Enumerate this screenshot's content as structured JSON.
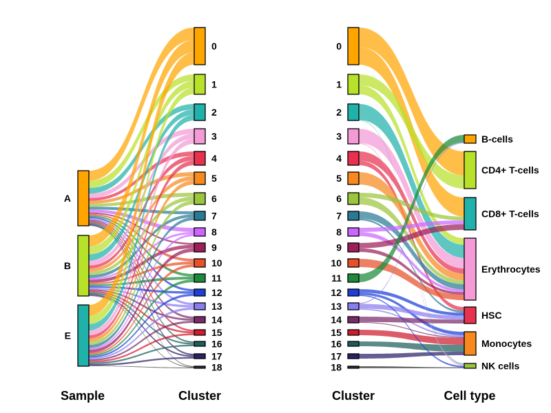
{
  "left_panel": {
    "axis_labels": [
      "Sample",
      "Cluster"
    ],
    "samples": [
      {
        "name": "A",
        "color": "#FFA500"
      },
      {
        "name": "B",
        "color": "#B8E12A"
      },
      {
        "name": "E",
        "color": "#20B2AA"
      }
    ]
  },
  "right_panel": {
    "axis_labels": [
      "Cluster",
      "Cell type"
    ],
    "cell_types": [
      {
        "name": "B-cells",
        "color": "#FFA500"
      },
      {
        "name": "CD4+ T-cells",
        "color": "#B8E12A"
      },
      {
        "name": "CD8+ T-cells",
        "color": "#20B2AA"
      },
      {
        "name": "Erythrocytes",
        "color": "#F49AD6"
      },
      {
        "name": "HSC",
        "color": "#E8304F"
      },
      {
        "name": "Monocytes",
        "color": "#F7891E"
      },
      {
        "name": "NK cells",
        "color": "#9BC53D"
      }
    ]
  },
  "clusters": [
    {
      "name": "0",
      "color": "#FFA500"
    },
    {
      "name": "1",
      "color": "#B8E12A"
    },
    {
      "name": "2",
      "color": "#20B2AA"
    },
    {
      "name": "3",
      "color": "#F49AD6"
    },
    {
      "name": "4",
      "color": "#E8304F"
    },
    {
      "name": "5",
      "color": "#F7891E"
    },
    {
      "name": "6",
      "color": "#9BC53D"
    },
    {
      "name": "7",
      "color": "#2A7A96"
    },
    {
      "name": "8",
      "color": "#CC66FF"
    },
    {
      "name": "9",
      "color": "#9C1F5A"
    },
    {
      "name": "10",
      "color": "#E8502A"
    },
    {
      "name": "11",
      "color": "#1C8A3A"
    },
    {
      "name": "12",
      "color": "#1B3FD8"
    },
    {
      "name": "13",
      "color": "#8A7DF0"
    },
    {
      "name": "14",
      "color": "#7A2A6A"
    },
    {
      "name": "15",
      "color": "#D01C2E"
    },
    {
      "name": "16",
      "color": "#1F5E5A"
    },
    {
      "name": "17",
      "color": "#2A2266"
    },
    {
      "name": "18",
      "color": "#333333"
    }
  ],
  "flows_sample_cluster": [
    [
      0,
      0,
      7
    ],
    [
      0,
      1,
      5
    ],
    [
      0,
      2,
      4
    ],
    [
      0,
      3,
      3
    ],
    [
      0,
      4,
      2
    ],
    [
      0,
      5,
      2
    ],
    [
      0,
      6,
      2
    ],
    [
      0,
      7,
      2
    ],
    [
      0,
      8,
      2
    ],
    [
      0,
      9,
      1
    ],
    [
      0,
      10,
      1
    ],
    [
      0,
      11,
      1
    ],
    [
      0,
      12,
      1
    ],
    [
      0,
      13,
      1
    ],
    [
      0,
      14,
      1
    ],
    [
      0,
      15,
      1
    ],
    [
      0,
      16,
      1
    ],
    [
      0,
      17,
      1
    ],
    [
      0,
      18,
      0.3
    ],
    [
      1,
      0,
      7
    ],
    [
      1,
      1,
      5
    ],
    [
      1,
      2,
      4
    ],
    [
      1,
      3,
      3
    ],
    [
      1,
      4,
      2
    ],
    [
      1,
      5,
      2
    ],
    [
      1,
      6,
      2
    ],
    [
      1,
      7,
      2
    ],
    [
      1,
      8,
      1
    ],
    [
      1,
      9,
      2
    ],
    [
      1,
      10,
      1
    ],
    [
      1,
      11,
      1
    ],
    [
      1,
      12,
      1
    ],
    [
      1,
      13,
      1
    ],
    [
      1,
      14,
      1
    ],
    [
      1,
      15,
      1
    ],
    [
      1,
      16,
      1
    ],
    [
      1,
      17,
      1
    ],
    [
      1,
      18,
      0.3
    ],
    [
      2,
      0,
      7
    ],
    [
      2,
      1,
      5
    ],
    [
      2,
      2,
      4
    ],
    [
      2,
      3,
      3
    ],
    [
      2,
      4,
      2
    ],
    [
      2,
      5,
      2
    ],
    [
      2,
      6,
      2
    ],
    [
      2,
      7,
      2
    ],
    [
      2,
      8,
      1
    ],
    [
      2,
      9,
      2
    ],
    [
      2,
      10,
      1
    ],
    [
      2,
      11,
      1
    ],
    [
      2,
      12,
      1
    ],
    [
      2,
      13,
      1
    ],
    [
      2,
      14,
      1
    ],
    [
      2,
      15,
      1
    ],
    [
      2,
      16,
      1
    ],
    [
      2,
      17,
      1
    ],
    [
      2,
      18,
      0.3
    ]
  ],
  "flows_cluster_celltype": [
    [
      0,
      1,
      11
    ],
    [
      0,
      2,
      10
    ],
    [
      1,
      1,
      6
    ],
    [
      1,
      3,
      5
    ],
    [
      2,
      3,
      10
    ],
    [
      3,
      3,
      8
    ],
    [
      4,
      3,
      4
    ],
    [
      4,
      4,
      2
    ],
    [
      5,
      3,
      5
    ],
    [
      6,
      3,
      3
    ],
    [
      6,
      2,
      2
    ],
    [
      7,
      3,
      4
    ],
    [
      7,
      4,
      1
    ],
    [
      8,
      2,
      2
    ],
    [
      8,
      3,
      2
    ],
    [
      9,
      2,
      3
    ],
    [
      9,
      3,
      2
    ],
    [
      10,
      3,
      4
    ],
    [
      11,
      0,
      3
    ],
    [
      12,
      4,
      1.5
    ],
    [
      12,
      5,
      1
    ],
    [
      13,
      4,
      2
    ],
    [
      13,
      5,
      0.5
    ],
    [
      14,
      4,
      2
    ],
    [
      15,
      5,
      2
    ],
    [
      16,
      5,
      2
    ],
    [
      17,
      5,
      1
    ],
    [
      18,
      6,
      0.3
    ],
    [
      3,
      6,
      0.5
    ],
    [
      2,
      6,
      0.3
    ],
    [
      12,
      6,
      0.5
    ],
    [
      13,
      0,
      0.4
    ],
    [
      14,
      5,
      0.3
    ]
  ]
}
